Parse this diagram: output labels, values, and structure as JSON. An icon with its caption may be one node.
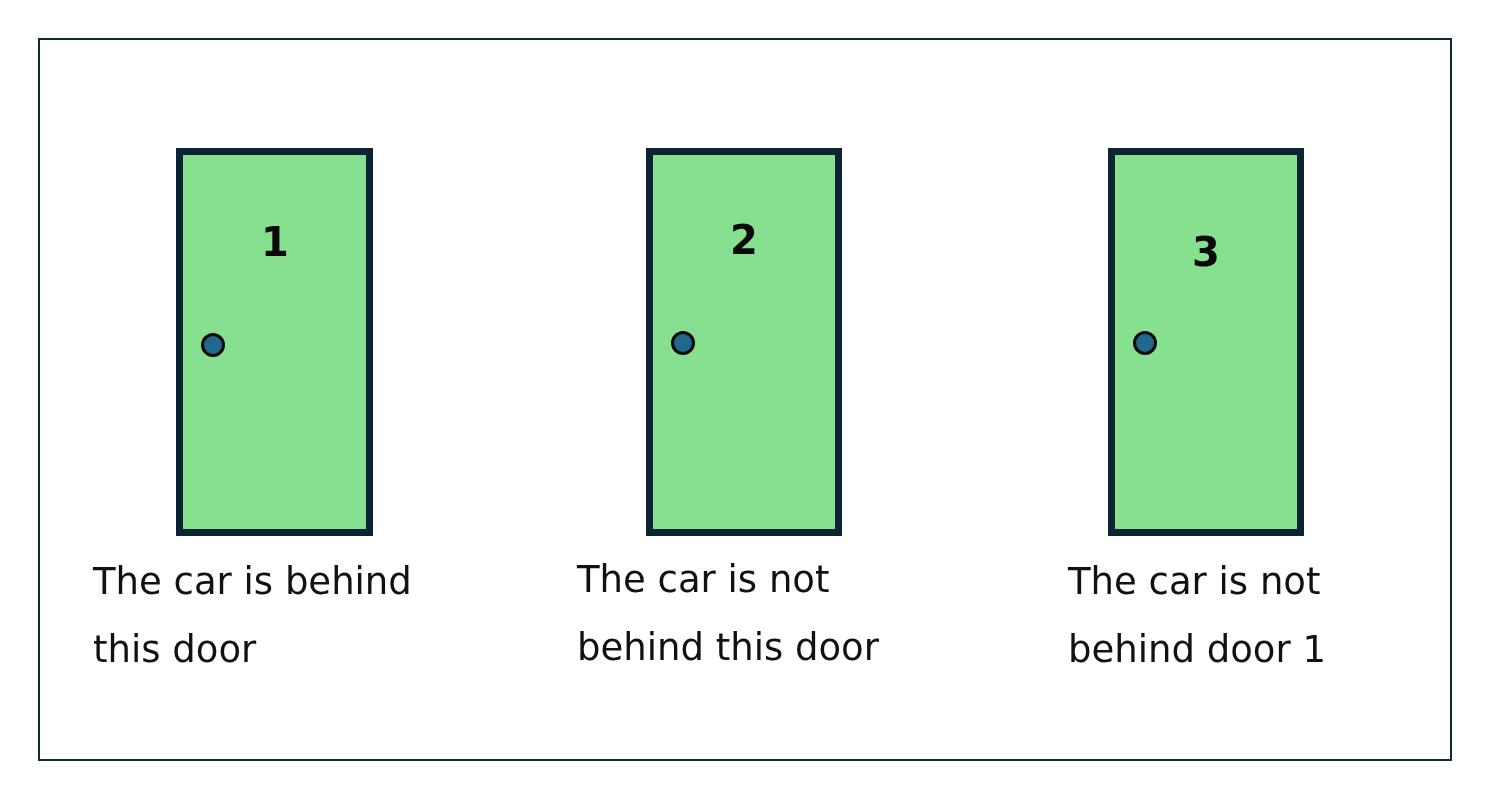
{
  "diagram": {
    "nodes": [
      {
        "text": [
          "1"
        ],
        "beside": [
          "The car is behind this door"
        ]
      },
      {
        "text": [
          "2"
        ],
        "beside": [
          "The car is not behind this door"
        ]
      },
      {
        "text": [
          "3"
        ],
        "beside": [
          "The car is not behind door 1"
        ]
      }
    ],
    "edges": []
  }
}
